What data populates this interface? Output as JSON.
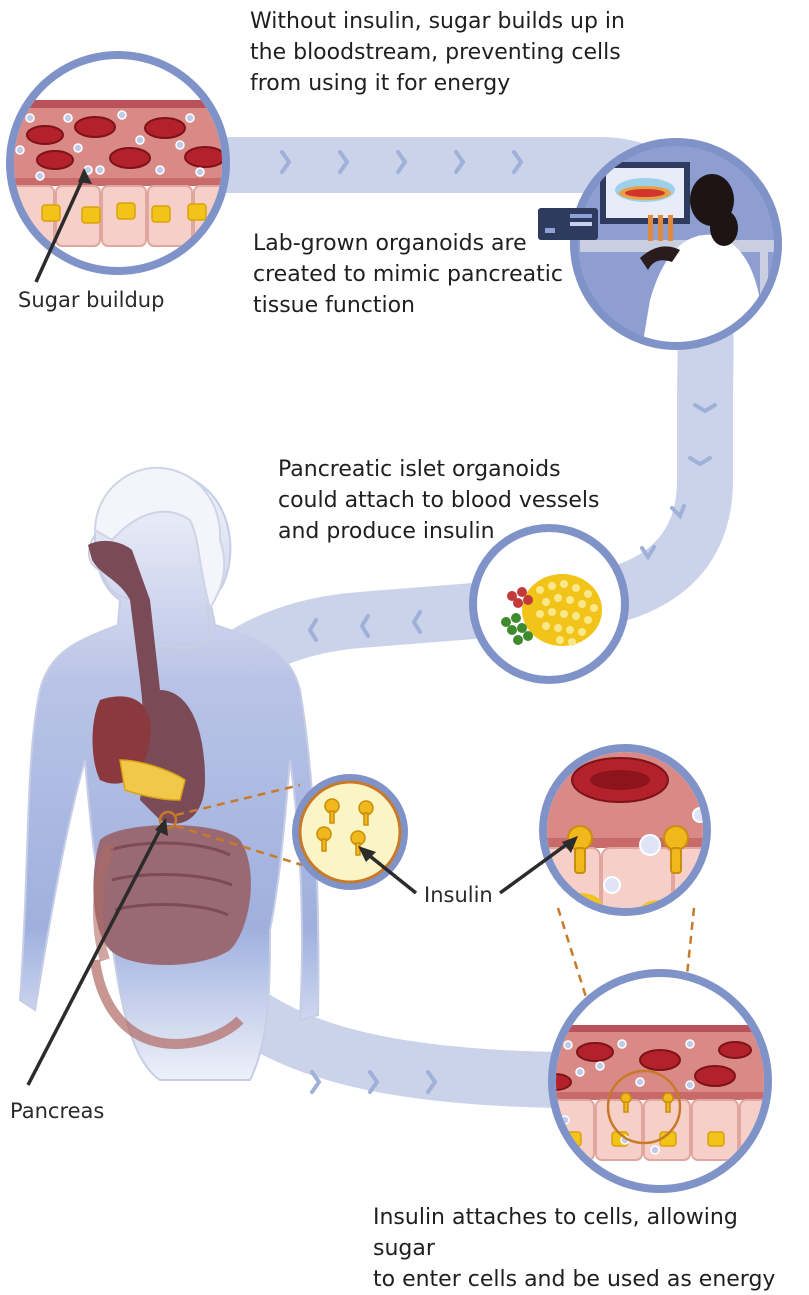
{
  "captions": {
    "step1": "Without insulin, sugar builds up in\nthe bloodstream, preventing cells\nfrom using it for energy",
    "step2": "Lab-grown organoids are\ncreated to mimic pancreatic\ntissue function",
    "step3": "Pancreatic islet organoids\ncould attach to blood vessels\nand produce insulin",
    "step4": "Insulin attaches to cells, allowing sugar\nto enter cells and be used as energy"
  },
  "labels": {
    "sugar_buildup": "Sugar buildup",
    "insulin": "Insulin",
    "pancreas": "Pancreas"
  },
  "colors": {
    "path": "#c9d1ea",
    "ring": "#8093c9",
    "vessel": "#d98a86",
    "blood_cell": "#b3222b",
    "tissue_cell": "#f6cfc8",
    "nucleus": "#f2c318",
    "insulin": "#f0b81d",
    "accent_orange": "#c77a2a",
    "body": "#a9b6de"
  },
  "icons": [
    "vessel-cross-section-icon",
    "lab-researcher-icon",
    "islet-organoid-icon",
    "insulin-receptor-icon",
    "human-body-icon"
  ]
}
